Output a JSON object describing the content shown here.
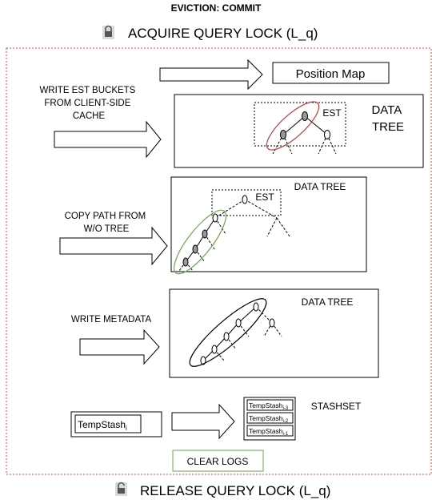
{
  "title": "EVICTION: COMMIT",
  "acquire_lock": "ACQUIRE QUERY LOCK (L_q)",
  "release_lock": "RELEASE QUERY LOCK (L_q)",
  "step1": {
    "label_lines": [
      "WRITE EST BUCKETS",
      "FROM CLIENT-SIDE",
      "CACHE"
    ],
    "position_map": "Position Map",
    "est": "EST",
    "tree_lines": [
      "DATA",
      "TREE"
    ]
  },
  "step2": {
    "label_lines": [
      "COPY PATH FROM",
      "W/O TREE"
    ],
    "tree": "DATA TREE",
    "est": "EST"
  },
  "step3": {
    "label": "WRITE METADATA",
    "tree": "DATA TREE"
  },
  "step4": {
    "tempstash": "TempStash",
    "tempstash_sub": "i",
    "stashset": "STASHSET",
    "stash_entries": [
      {
        "name": "TempStash",
        "sub": "i-3"
      },
      {
        "name": "TempStash",
        "sub": "i-2"
      },
      {
        "name": "TempStash",
        "sub": "i-1"
      }
    ]
  },
  "clear_logs": "CLEAR LOGS",
  "colors": {
    "border_dotted": "#d04a4a",
    "est_highlight": "#b83a3a",
    "copy_highlight": "#6aa84f",
    "clear_logs_border": "#6aa84f",
    "node_fill_gray": "#999999"
  },
  "icons": {
    "acquire": "locked-lock-icon",
    "release": "unlocked-lock-icon"
  }
}
